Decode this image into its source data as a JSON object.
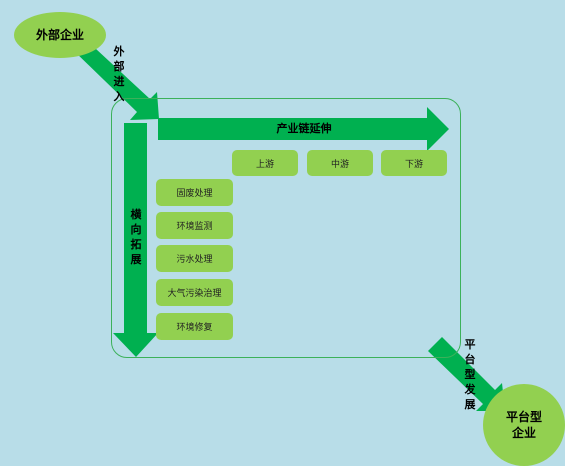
{
  "nodes": {
    "external": "外部企业",
    "platform": "平台型\n企业"
  },
  "labels": {
    "external_entry": "外部进入",
    "horizontal": "横向拓展",
    "chain": "产业链延伸",
    "platform_dev": "平台型发展"
  },
  "streams": [
    "上游",
    "中游",
    "下游"
  ],
  "fields": [
    "固废处理",
    "环境监测",
    "污水处理",
    "大气污染治理",
    "环境修复"
  ],
  "colors": {
    "arrow": "#00b050",
    "box": "#92d050",
    "background": "#b8dde8",
    "frame": "#3cb15a"
  }
}
